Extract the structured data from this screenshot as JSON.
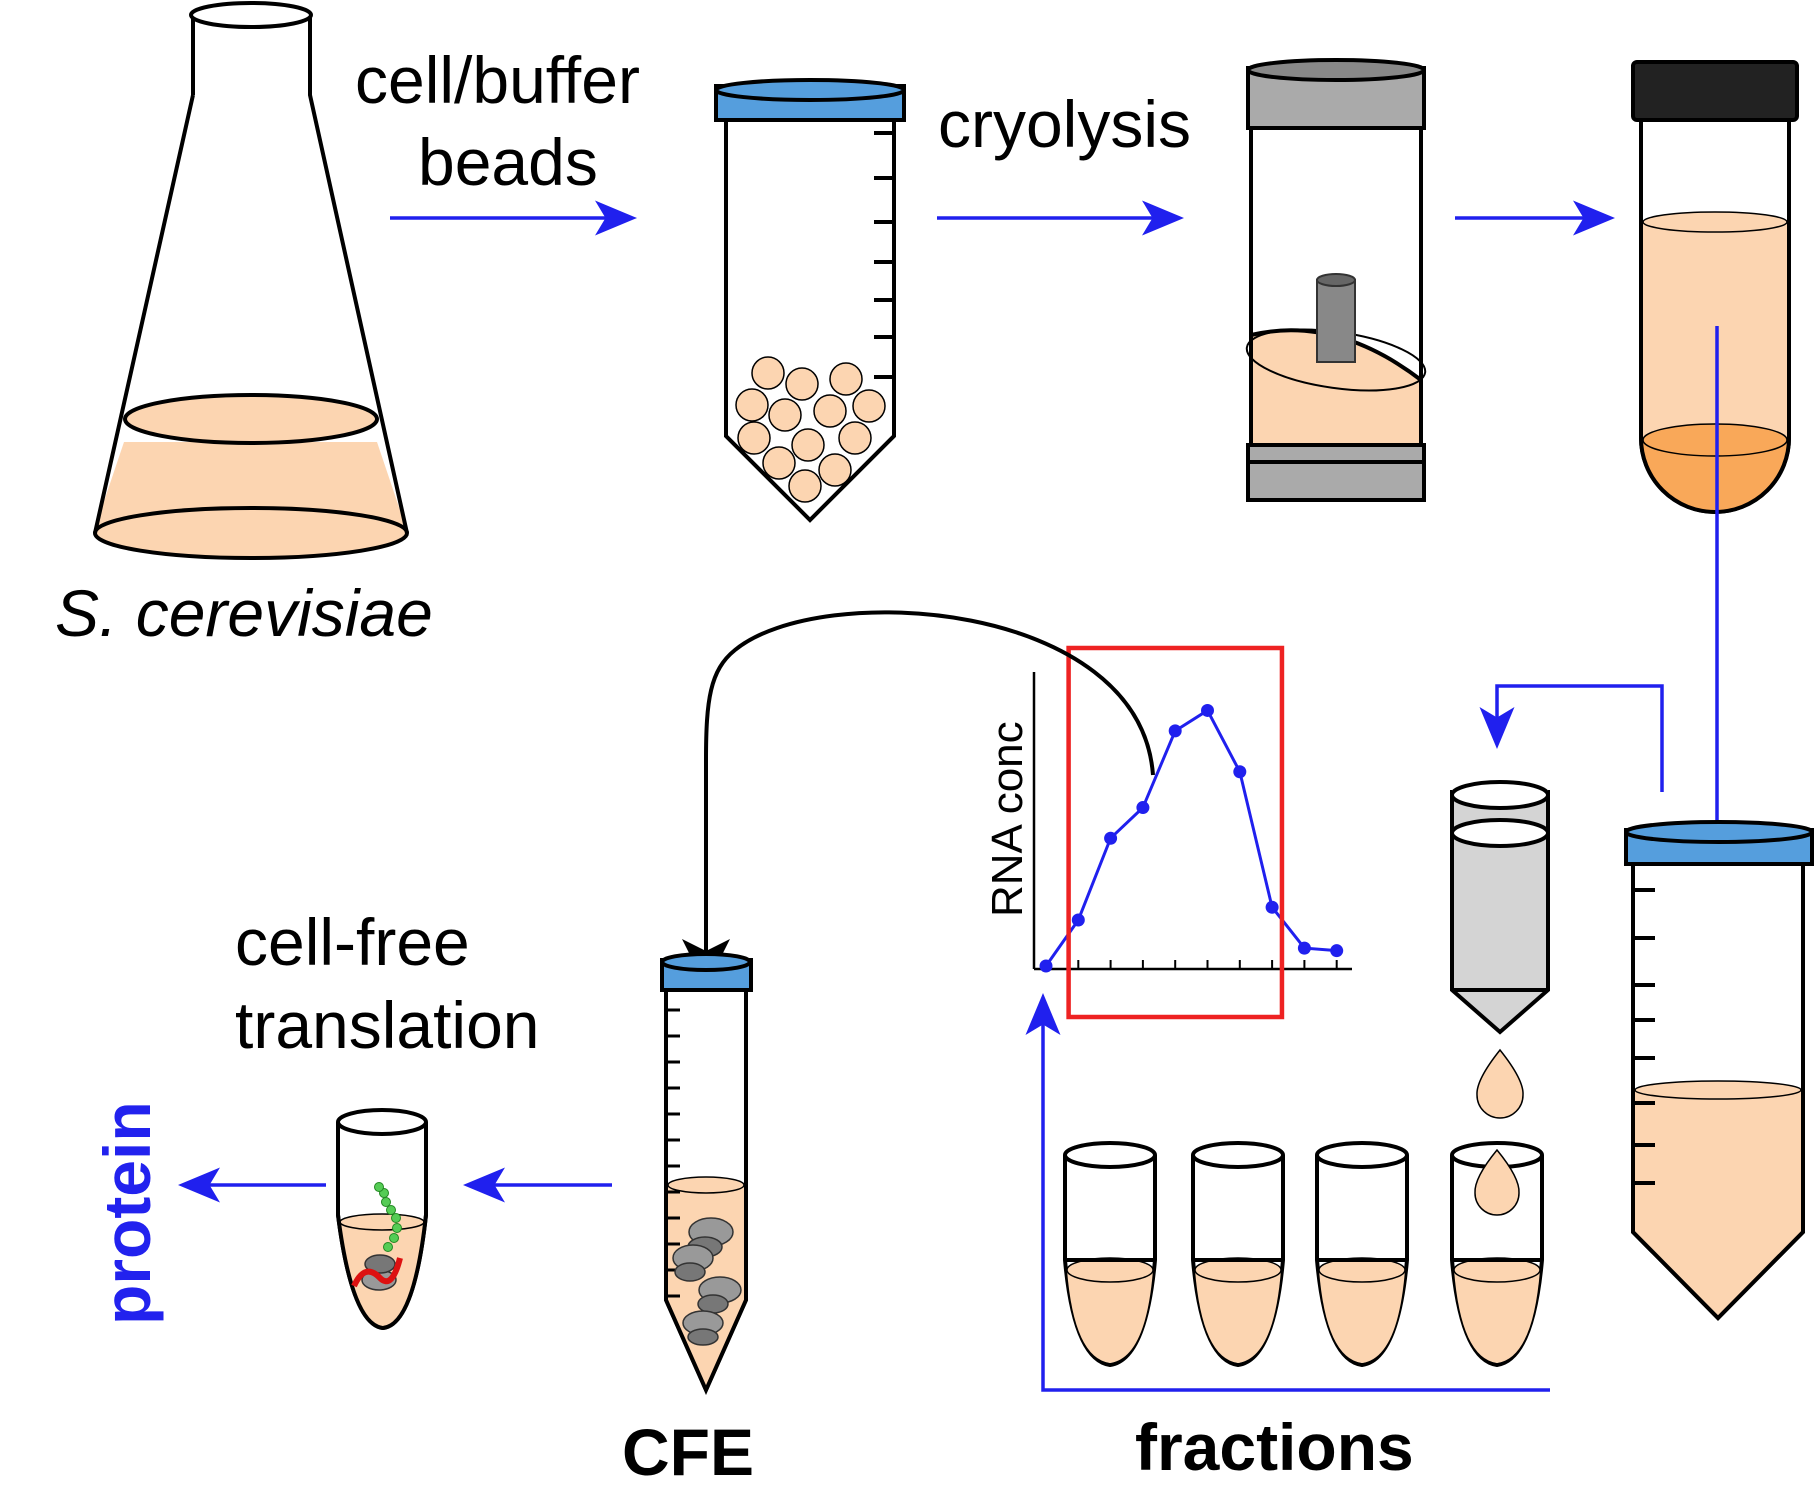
{
  "labels": {
    "cell_buffer": "cell/buffer",
    "beads": "beads",
    "cryolysis": "cryolysis",
    "organism": "S. cerevisiae",
    "cell_free": "cell-free",
    "translation": "translation",
    "cfe": "CFE",
    "fractions": "fractions",
    "protein": "protein"
  },
  "colors": {
    "liquid": "#fcd5b1",
    "pellet": "#f9a859",
    "cap_blue": "#559edd",
    "flow_arrow": "#2020ee",
    "highlight_box": "#ee2222",
    "ribosome_gray": "#888888"
  },
  "chart_data": {
    "type": "line",
    "ylabel": "RNA conc",
    "xlabel": "",
    "x": [
      1,
      2,
      3,
      4,
      5,
      6,
      7,
      8,
      9,
      10
    ],
    "series": [
      {
        "values": [
          0,
          0.18,
          0.5,
          0.62,
          0.92,
          1.0,
          0.76,
          0.23,
          0.07,
          0.06
        ]
      }
    ],
    "highlight_range": [
      3,
      7.5
    ],
    "ylim": [
      0,
      1.08
    ],
    "grid": false
  }
}
